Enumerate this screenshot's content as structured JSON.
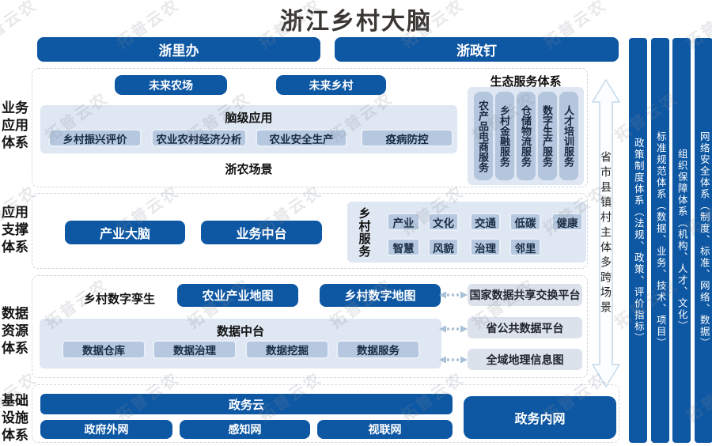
{
  "title": "浙江乡村大脑",
  "watermark": {
    "text": "拓普云农"
  },
  "colors": {
    "primary_blue": "#0d57a3",
    "panel_blue": "#dee7f2",
    "chip_blue": "#b6c8e0",
    "light_gray_box": "#dce2eb"
  },
  "left_labels": [
    {
      "lines": [
        "业务",
        "应用",
        "体系"
      ]
    },
    {
      "lines": [
        "应用",
        "支撑",
        "体系"
      ]
    },
    {
      "lines": [
        "数据",
        "资源",
        "体系"
      ]
    },
    {
      "lines": [
        "基础",
        "设施",
        "体系"
      ]
    }
  ],
  "top_buttons": {
    "zheliban": "浙里办",
    "zhezhengding": "浙政钉"
  },
  "business_layer": {
    "future_farm": "未来农场",
    "future_village": "未来乡村",
    "brain_apps": {
      "title": "脑级应用",
      "items": [
        "乡村振兴评价",
        "农业农村经济分析",
        "农业安全生产",
        "疫病防控"
      ]
    },
    "scene_label": "浙农场景",
    "eco_services": {
      "title": "生态服务体系",
      "items": [
        "农产品电商服务",
        "乡村金融服务",
        "仓储物流服务",
        "数字生产服务",
        "人才培训服务"
      ]
    }
  },
  "support_layer": {
    "industry_brain": "产业大脑",
    "business_platform": "业务中台",
    "rural_services": {
      "title": "乡村服务",
      "row1": [
        "产业",
        "文化",
        "交通",
        "低碳",
        "健康"
      ],
      "row2": [
        "智慧",
        "风貌",
        "治理",
        "邻里"
      ]
    }
  },
  "data_layer": {
    "twin_label": "乡村数字孪生",
    "ag_map": "农业产业地图",
    "village_map": "乡村数字地图",
    "data_platform": {
      "title": "数据中台",
      "items": [
        "数据仓库",
        "数据治理",
        "数据挖掘",
        "数据服务"
      ]
    },
    "external_platforms": [
      "国家数据共享交换平台",
      "省公共数据平台",
      "全域地理信息图"
    ]
  },
  "infra_layer": {
    "cloud": "政务云",
    "networks": [
      "政府外网",
      "感知网",
      "视联网"
    ],
    "intranet": "政务内网"
  },
  "scene_arrow_label": "省市县镇村主体多跨场景",
  "right_bars": [
    "政策制度体系（法规、政策、评价指标）",
    "标准规范体系（数据、业务、技术、项目）",
    "组织保障体系（机构、人才、文化）",
    "网络安全体系（制度、标准、网络、数据）"
  ]
}
